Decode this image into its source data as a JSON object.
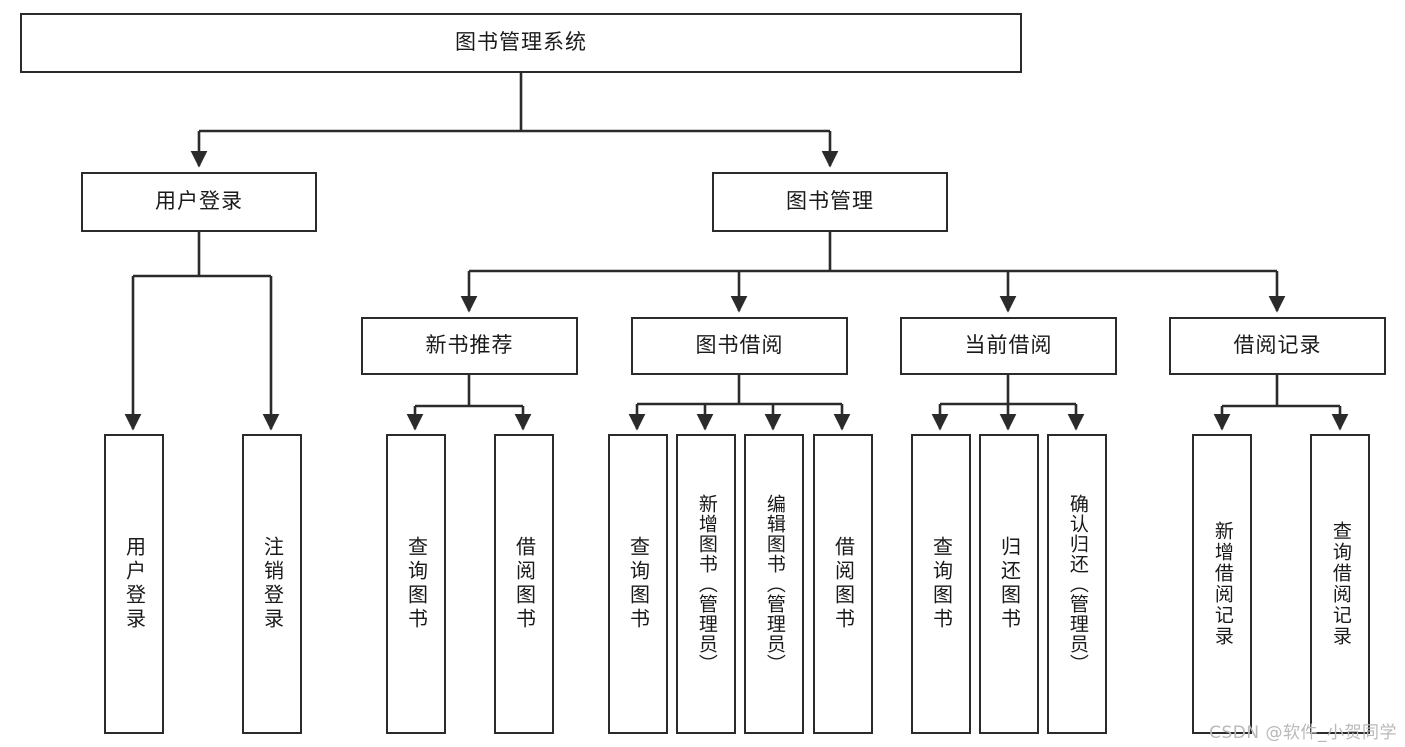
{
  "diagram": {
    "title": "图书管理系统",
    "type": "tree-hierarchy",
    "watermark": "CSDN @软件_小贺同学",
    "nodes": {
      "root": {
        "label": "图书管理系统"
      },
      "level2": [
        {
          "id": "user-login",
          "label": "用户登录"
        },
        {
          "id": "book-manage",
          "label": "图书管理"
        }
      ],
      "level3": [
        {
          "id": "new-book-rec",
          "label": "新书推荐"
        },
        {
          "id": "book-borrow",
          "label": "图书借阅"
        },
        {
          "id": "current-borrow",
          "label": "当前借阅"
        },
        {
          "id": "borrow-record",
          "label": "借阅记录"
        }
      ],
      "leaves": {
        "user_login": [
          {
            "id": "leaf-user-login",
            "label": "用户登录"
          },
          {
            "id": "leaf-logout",
            "label": "注销登录"
          }
        ],
        "new_book_rec": [
          {
            "id": "leaf-query-book-1",
            "label": "查询图书"
          },
          {
            "id": "leaf-borrow-book-1",
            "label": "借阅图书"
          }
        ],
        "book_borrow": [
          {
            "id": "leaf-query-book-2",
            "label": "查询图书"
          },
          {
            "id": "leaf-add-book",
            "label": "新增图书（管理员）"
          },
          {
            "id": "leaf-edit-book",
            "label": "编辑图书（管理员）"
          },
          {
            "id": "leaf-borrow-book-2",
            "label": "借阅图书"
          }
        ],
        "current_borrow": [
          {
            "id": "leaf-query-book-3",
            "label": "查询图书"
          },
          {
            "id": "leaf-return-book",
            "label": "归还图书"
          },
          {
            "id": "leaf-confirm-return",
            "label": "确认归还（管理员）"
          }
        ],
        "borrow_record": [
          {
            "id": "leaf-add-record",
            "label": "新增借阅记录"
          },
          {
            "id": "leaf-query-record",
            "label": "查询借阅记录"
          }
        ]
      }
    },
    "colors": {
      "stroke": "#2b2b2b",
      "fill": "#ffffff",
      "text": "#1a1a1a",
      "watermark": "#b9b9b9"
    }
  }
}
